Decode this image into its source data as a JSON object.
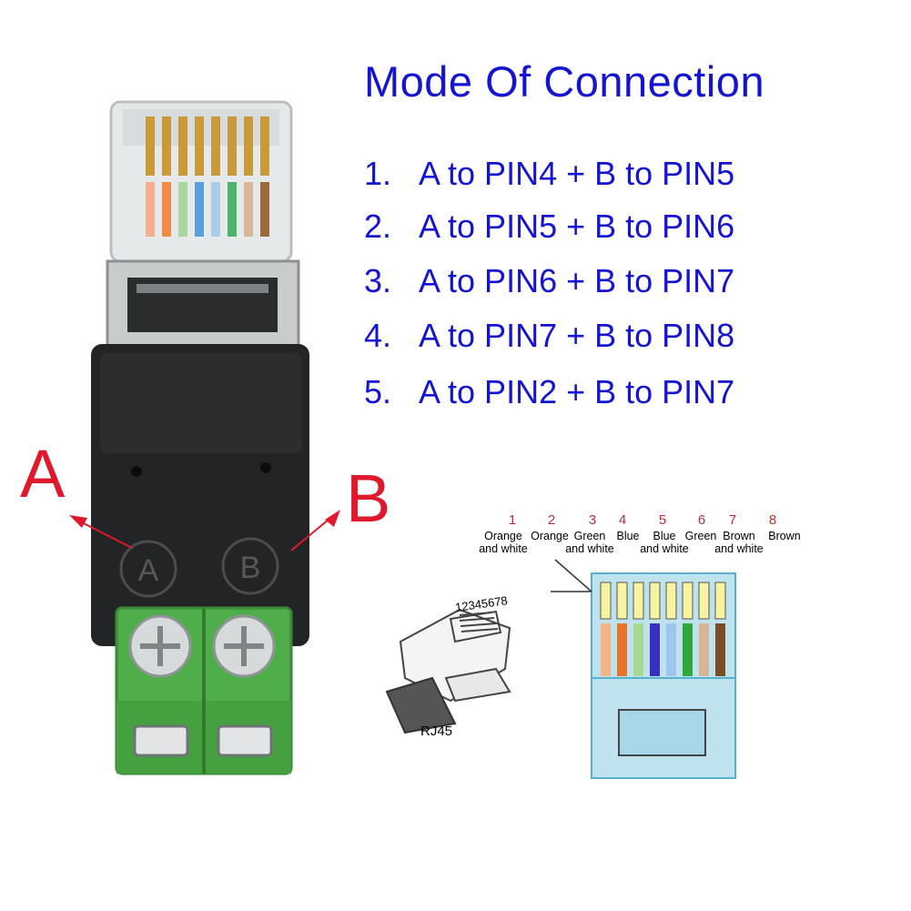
{
  "title": "Mode Of Connection",
  "colors": {
    "title_blue": "#1414d2",
    "label_red": "#e0182c",
    "pin_num_red": "#b43232",
    "terminal_green": "#4fae4a"
  },
  "modes": [
    {
      "num": "1.",
      "text": "A to PIN4 + B to PIN5"
    },
    {
      "num": "2.",
      "text": "A to PIN5 + B to PIN6"
    },
    {
      "num": "3.",
      "text": "A to PIN6 + B to PIN7"
    },
    {
      "num": "4.",
      "text": "A to PIN7 + B to PIN8"
    },
    {
      "num": "5.",
      "text": "A to PIN2 + B to PIN7"
    }
  ],
  "labels": {
    "a": "A",
    "b": "B",
    "a_circle": "A",
    "b_circle": "B"
  },
  "pins": [
    {
      "num": "1",
      "name": "Orange\nand white"
    },
    {
      "num": "2",
      "name": "Orange"
    },
    {
      "num": "3",
      "name": "Green\nand white"
    },
    {
      "num": "4",
      "name": "Blue"
    },
    {
      "num": "5",
      "name": "Blue\nand white"
    },
    {
      "num": "6",
      "name": "Green"
    },
    {
      "num": "7",
      "name": "Brown\nand white"
    },
    {
      "num": "8",
      "name": "Brown"
    }
  ],
  "rj45": {
    "label": "RJ45",
    "pin_sequence": "12345678"
  }
}
